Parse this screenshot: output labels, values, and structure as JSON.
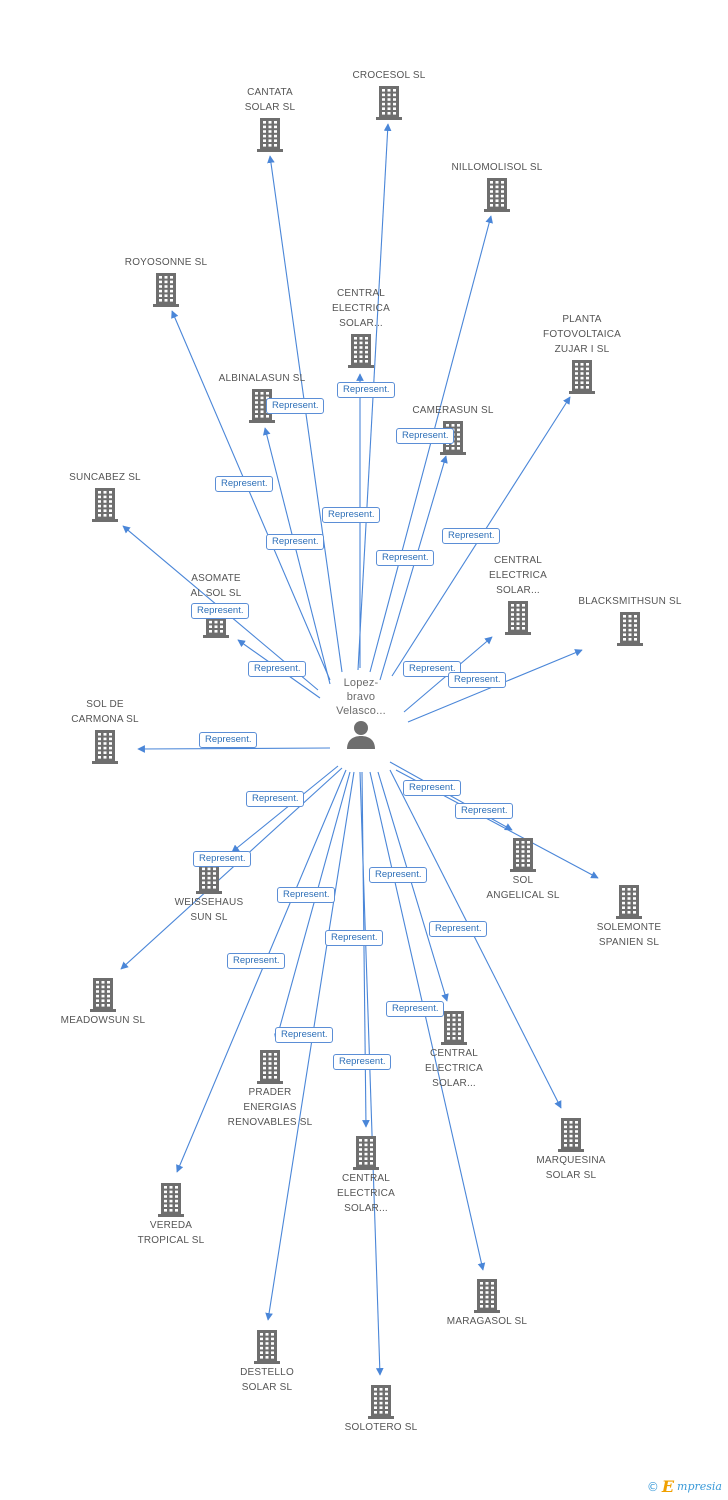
{
  "colors": {
    "edge": "#4a86d8",
    "icon": "#6e6e6e",
    "label": "#555555",
    "badge_text": "#2d6fb8"
  },
  "center": {
    "label": "Lopez-\nbravo\nVelasco...",
    "icon": "person-icon"
  },
  "edge_label": "Represent.",
  "companies": [
    {
      "id": "crocesol",
      "name": "CROCESOL SL"
    },
    {
      "id": "cantata",
      "name": "CANTATA\nSOLAR SL"
    },
    {
      "id": "nillomolisol",
      "name": "NILLOMOLISOL SL"
    },
    {
      "id": "royosonne",
      "name": "ROYOSONNE SL"
    },
    {
      "id": "central1",
      "name": "CENTRAL\nELECTRICA\nSOLAR..."
    },
    {
      "id": "planta",
      "name": "PLANTA\nFOTOVOLTAICA\nZUJAR I SL"
    },
    {
      "id": "albinalasun",
      "name": "ALBINALASUN SL"
    },
    {
      "id": "camerasun",
      "name": "CAMERASUN SL"
    },
    {
      "id": "suncabez",
      "name": "SUNCABEZ SL"
    },
    {
      "id": "central2",
      "name": "CENTRAL\nELECTRICA\nSOLAR..."
    },
    {
      "id": "blacksmithsun",
      "name": "BLACKSMITHSUN SL"
    },
    {
      "id": "asomate",
      "name": "ASOMATE\nAL SOL SL"
    },
    {
      "id": "solcarmona",
      "name": "SOL DE\nCARMONA SL"
    },
    {
      "id": "weissehaus",
      "name": "WEISSEHAUS\nSUN SL"
    },
    {
      "id": "solangelical",
      "name": "SOL\nANGELICAL SL"
    },
    {
      "id": "solemonte",
      "name": "SOLEMONTE\nSPANIEN SL"
    },
    {
      "id": "meadowsun",
      "name": "MEADOWSUN SL"
    },
    {
      "id": "central3",
      "name": "CENTRAL\nELECTRICA\nSOLAR..."
    },
    {
      "id": "prader",
      "name": "PRADER\nENERGIAS\nRENOVABLES SL"
    },
    {
      "id": "marquesina",
      "name": "MARQUESINA\nSOLAR SL"
    },
    {
      "id": "central4",
      "name": "CENTRAL\nELECTRICA\nSOLAR..."
    },
    {
      "id": "vereda",
      "name": "VEREDA\nTROPICAL SL"
    },
    {
      "id": "maragasol",
      "name": "MARAGASOL SL"
    },
    {
      "id": "destello",
      "name": "DESTELLO\nSOLAR SL"
    },
    {
      "id": "solotero",
      "name": "SOLOTERO SL"
    }
  ],
  "footer": {
    "copyright": "©",
    "brand_initial": "E",
    "brand_rest": "mpresia"
  }
}
